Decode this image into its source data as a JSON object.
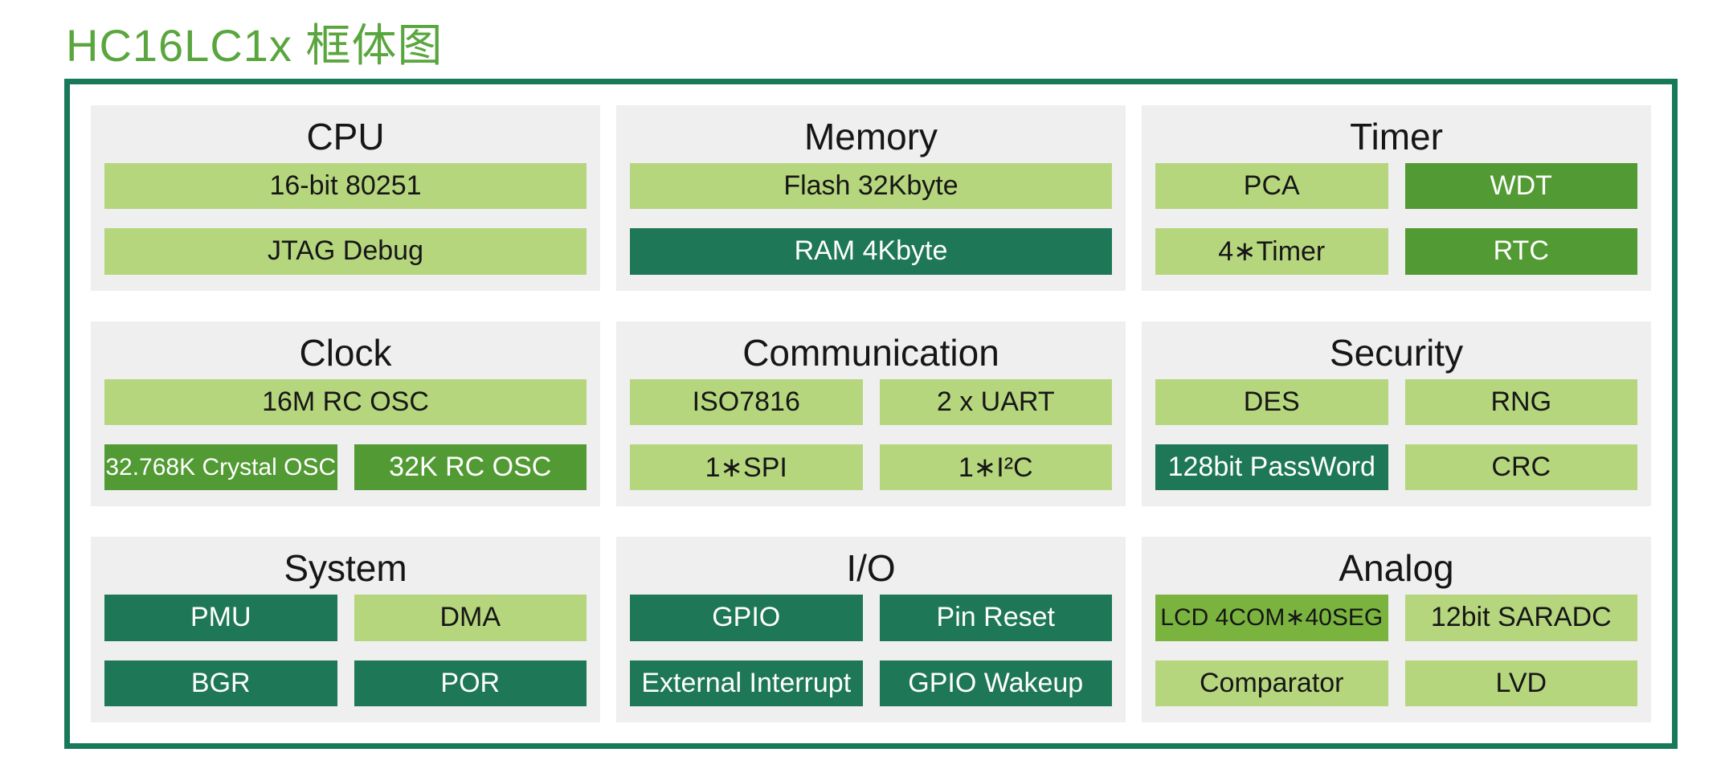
{
  "page_title": "HC16LC1x 框体图",
  "colors": {
    "title_green": "#5aa63e",
    "border_teal": "#17795a",
    "panel_gray": "#efefef",
    "block_light_green": "#b6d67e",
    "block_medium_green": "#529a33",
    "block_lcd_green": "#7ab43f",
    "block_dark_teal": "#1e7757",
    "text_dark": "#161616",
    "text_light": "#ffffff"
  },
  "sections": [
    {
      "title": "CPU",
      "blocks": [
        {
          "label": "16-bit 80251",
          "variant": "light",
          "span": 2
        },
        {
          "label": "JTAG Debug",
          "variant": "light",
          "span": 2
        }
      ]
    },
    {
      "title": "Memory",
      "blocks": [
        {
          "label": "Flash 32Kbyte",
          "variant": "light",
          "span": 2
        },
        {
          "label": "RAM 4Kbyte",
          "variant": "dark",
          "span": 2
        }
      ]
    },
    {
      "title": "Timer",
      "blocks": [
        {
          "label": "PCA",
          "variant": "light",
          "span": 1
        },
        {
          "label": "WDT",
          "variant": "medium",
          "span": 1
        },
        {
          "label": "4∗Timer",
          "variant": "light",
          "span": 1
        },
        {
          "label": "RTC",
          "variant": "medium",
          "span": 1
        }
      ]
    },
    {
      "title": "Clock",
      "blocks": [
        {
          "label": "16M RC OSC",
          "variant": "light",
          "span": 2
        },
        {
          "label": "32.768K Crystal OSC",
          "variant": "medium",
          "span": 1,
          "small": true
        },
        {
          "label": "32K RC OSC",
          "variant": "medium",
          "span": 1
        }
      ]
    },
    {
      "title": "Communication",
      "blocks": [
        {
          "label": "ISO7816",
          "variant": "light",
          "span": 1
        },
        {
          "label": "2 x UART",
          "variant": "light",
          "span": 1
        },
        {
          "label": "1∗SPI",
          "variant": "light",
          "span": 1
        },
        {
          "label": "1∗I²C",
          "variant": "light",
          "span": 1
        }
      ]
    },
    {
      "title": "Security",
      "blocks": [
        {
          "label": "DES",
          "variant": "light",
          "span": 1
        },
        {
          "label": "RNG",
          "variant": "light",
          "span": 1
        },
        {
          "label": "128bit PassWord",
          "variant": "dark",
          "span": 1
        },
        {
          "label": "CRC",
          "variant": "light",
          "span": 1
        }
      ]
    },
    {
      "title": "System",
      "blocks": [
        {
          "label": "PMU",
          "variant": "dark",
          "span": 1
        },
        {
          "label": "DMA",
          "variant": "light",
          "span": 1
        },
        {
          "label": "BGR",
          "variant": "dark",
          "span": 1
        },
        {
          "label": "POR",
          "variant": "dark",
          "span": 1
        }
      ]
    },
    {
      "title": "I/O",
      "blocks": [
        {
          "label": "GPIO",
          "variant": "dark",
          "span": 1
        },
        {
          "label": "Pin Reset",
          "variant": "dark",
          "span": 1
        },
        {
          "label": "External Interrupt",
          "variant": "dark",
          "span": 1
        },
        {
          "label": "GPIO Wakeup",
          "variant": "dark",
          "span": 1
        }
      ]
    },
    {
      "title": "Analog",
      "blocks": [
        {
          "label": "LCD 4COM∗40SEG",
          "variant": "lcd",
          "span": 1,
          "small": true
        },
        {
          "label": "12bit SARADC",
          "variant": "light",
          "span": 1
        },
        {
          "label": "Comparator",
          "variant": "light",
          "span": 1
        },
        {
          "label": "LVD",
          "variant": "light",
          "span": 1
        }
      ]
    }
  ]
}
